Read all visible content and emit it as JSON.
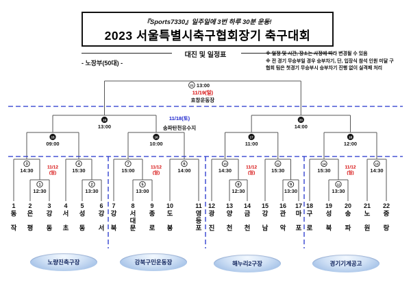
{
  "header": {
    "slogan": "『Sports7330』일주일에 3번 하루 30분 운동!",
    "title": "2023 서울특별시축구협회장기 축구대회",
    "subtitle": "대진 및 일정표",
    "division": "- 노장부(50대) -",
    "notes": [
      "※ 일정 및 시간, 장소는 사정에 따라 변경될 수 있음",
      "※ 전 경기 무승부일 경우 승부차기, 단, 입장식 참석 인원 미달 구",
      "협회 팀은 첫경기 무승부시 승부차기 진행 없이 실격패 처리"
    ]
  },
  "colors": {
    "red": "#d40000",
    "blue": "#1a22cc",
    "dash": "#2233cc",
    "line": "#555"
  },
  "venues": [
    "노량진축구장",
    "강북구민운동장",
    "해누리2구장",
    "경기기계공고"
  ],
  "bracket": {
    "teams": [
      {
        "no": "1",
        "name": "동작"
      },
      {
        "no": "2",
        "name": "은평"
      },
      {
        "no": "3",
        "name": "강동"
      },
      {
        "no": "4",
        "name": "서초"
      },
      {
        "no": "5",
        "name": "성동"
      },
      {
        "no": "6",
        "name": "강서"
      },
      {
        "no": "7",
        "name": "강북"
      },
      {
        "no": "8",
        "name": "서대문"
      },
      {
        "no": "9",
        "name": "종로"
      },
      {
        "no": "10",
        "name": "도봉"
      },
      {
        "no": "11",
        "name": "영등포"
      },
      {
        "no": "12",
        "name": "광진"
      },
      {
        "no": "13",
        "name": "양천"
      },
      {
        "no": "14",
        "name": "금천"
      },
      {
        "no": "15",
        "name": "강남"
      },
      {
        "no": "16",
        "name": "관악"
      },
      {
        "no": "17",
        "name": "마포"
      },
      {
        "no": "18",
        "name": "구로"
      },
      {
        "no": "19",
        "name": "성북"
      },
      {
        "no": "20",
        "name": "송파"
      },
      {
        "no": "21",
        "name": "노원"
      },
      {
        "no": "22",
        "name": "중랑"
      }
    ],
    "round1_date_lines": [
      "11/12",
      "(일)"
    ],
    "groups": [
      {
        "lower": [
          {
            "no": "1",
            "time": "12:30",
            "slots": [
              1,
              2
            ]
          },
          {
            "no": "2",
            "time": "13:30",
            "slots": [
              4,
              5
            ]
          }
        ],
        "upper": [
          {
            "no": "3",
            "time": "14:30",
            "left_slot": 0,
            "right_lower": 0
          },
          {
            "no": "4",
            "time": "15:30",
            "left_slot": 3,
            "right_lower": 1
          }
        ],
        "qf": {
          "no": "15",
          "time": "09:00"
        }
      },
      {
        "lower": [
          {
            "no": "5",
            "time": "13:00",
            "slots": [
              7,
              8
            ]
          }
        ],
        "upper": [
          {
            "no": "7",
            "time": "15:00",
            "left_slot": 6,
            "right_lower": 0
          },
          {
            "no": "6",
            "time": "14:00",
            "slots": [
              9,
              10
            ]
          }
        ],
        "qf": {
          "no": "16",
          "time": "10:00"
        }
      },
      {
        "lower": [
          {
            "no": "8",
            "time": "12:30",
            "slots": [
              12,
              13
            ]
          },
          {
            "no": "9",
            "time": "13:30",
            "slots": [
              15,
              16
            ]
          }
        ],
        "upper": [
          {
            "no": "10",
            "time": "14:30",
            "left_slot": 11,
            "right_lower": 0
          },
          {
            "no": "11",
            "time": "15:30",
            "left_slot": 14,
            "right_lower": 1
          }
        ],
        "qf": {
          "no": "17",
          "time": "11:00"
        }
      },
      {
        "lower": [
          {
            "no": "12",
            "time": "13:30",
            "slots": [
              18,
              19
            ]
          }
        ],
        "upper": [
          {
            "no": "14",
            "time": "15:30",
            "left_slot": 17,
            "right_lower": 0
          },
          {
            "no": "13",
            "time": "14:30",
            "slots": [
              20,
              21
            ]
          }
        ],
        "qf": {
          "no": "18",
          "time": "12:00"
        }
      }
    ],
    "semis": [
      {
        "no": "19",
        "time": "13:00"
      },
      {
        "no": "20",
        "time": "14:00"
      }
    ],
    "semi_note": {
      "date": "11/18(토)",
      "venue": "송파탄천유수지"
    },
    "final": {
      "no": "21",
      "time": "13:00",
      "date": "11/19(일)",
      "venue": "효창운동장"
    }
  }
}
